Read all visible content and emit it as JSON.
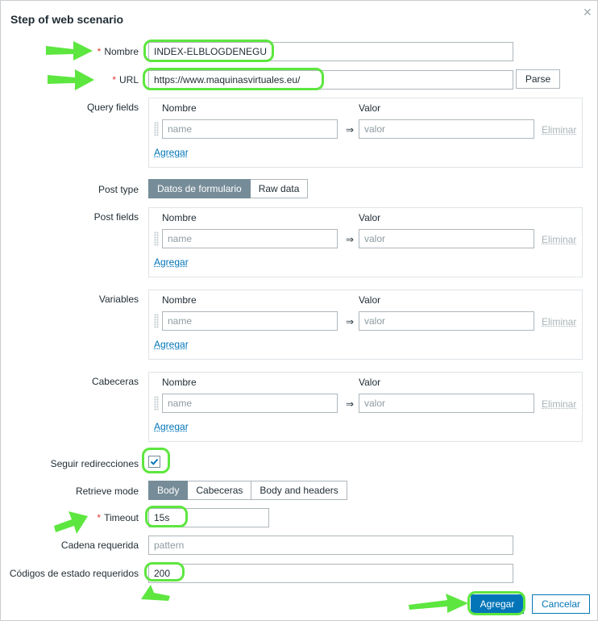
{
  "dialog": {
    "title": "Step of web scenario"
  },
  "form": {
    "name_label": "Nombre",
    "name_value": "INDEX-ELBLOGDENEGU",
    "url_label": "URL",
    "url_value": "https://www.maquinasvirtuales.eu/",
    "parse_label": "Parse",
    "query_fields_label": "Query fields",
    "post_type_label": "Post type",
    "post_type_options": [
      "Datos de formulario",
      "Raw data"
    ],
    "post_type_selected": "Datos de formulario",
    "post_fields_label": "Post fields",
    "variables_label": "Variables",
    "headers_label": "Cabeceras",
    "follow_redirects_label": "Seguir redirecciones",
    "follow_redirects_checked": true,
    "retrieve_mode_label": "Retrieve mode",
    "retrieve_mode_options": [
      "Body",
      "Cabeceras",
      "Body and headers"
    ],
    "retrieve_mode_selected": "Body",
    "timeout_label": "Timeout",
    "timeout_value": "15s",
    "required_string_label": "Cadena requerida",
    "required_string_placeholder": "pattern",
    "status_codes_label": "Códigos de estado requeridos",
    "status_codes_value": "200"
  },
  "pair_table": {
    "col_name": "Nombre",
    "col_value": "Valor",
    "name_placeholder": "name",
    "value_placeholder": "valor",
    "arrow": "⇒",
    "remove_label": "Eliminar",
    "add_label": "Agregar"
  },
  "footer": {
    "submit_label": "Agregar",
    "cancel_label": "Cancelar"
  },
  "colors": {
    "accent": "#0275b8",
    "toggle_active": "#768d99",
    "required": "#e33734",
    "highlight": "#5de63f"
  },
  "icons": {
    "close": "close-icon",
    "drag": "drag-handle-icon",
    "check": "checkmark-icon"
  }
}
